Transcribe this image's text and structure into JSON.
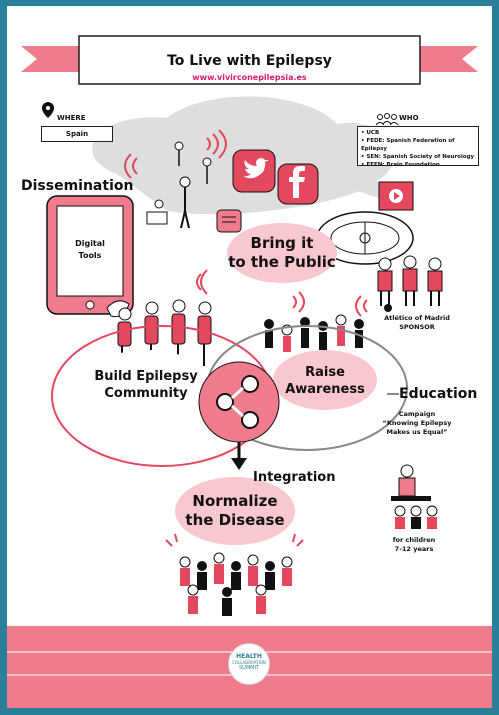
{
  "header": {
    "title": "To Live with Epilepsy",
    "url": "www.vivirconepilepsia.es"
  },
  "where": {
    "label": "WHERE",
    "value": "Spain"
  },
  "who": {
    "label": "WHO",
    "items": [
      "UCB",
      "FEDE: Spanish Federation of Epilepsy",
      "SEN: Spanish Society of Neurology",
      "FEEN: Brain Foundation"
    ]
  },
  "nodes": {
    "dissemination": "Dissemination",
    "digital_tools_1": "Digital",
    "digital_tools_2": "Tools",
    "bring_public_1": "Bring it",
    "bring_public_2": "to the Public",
    "sponsor_1": "Atlético of Madrid",
    "sponsor_2": "SPONSOR",
    "build_community_1": "Build Epilepsy",
    "build_community_2": "Community",
    "raise_awareness_1": "Raise",
    "raise_awareness_2": "Awareness",
    "education": "Education",
    "campaign_1": "Campaign",
    "campaign_2": "“Knowing Epilepsy",
    "campaign_3": "Makes us Equal”",
    "integration": "Integration",
    "normalize_1": "Normalize",
    "normalize_2": "the Disease",
    "children_1": "for children",
    "children_2": "7-12 years"
  },
  "colors": {
    "pink": "#f07b8c",
    "pink_light": "#f9c7ce",
    "magenta": "#d81b60",
    "grey": "#d9d9d9",
    "twitter": "#e4485f",
    "frame": "#2a7f9a"
  },
  "logo": {
    "line1": "HEALTH",
    "line2": "COLLABORATION",
    "line3": "SUMMIT"
  }
}
